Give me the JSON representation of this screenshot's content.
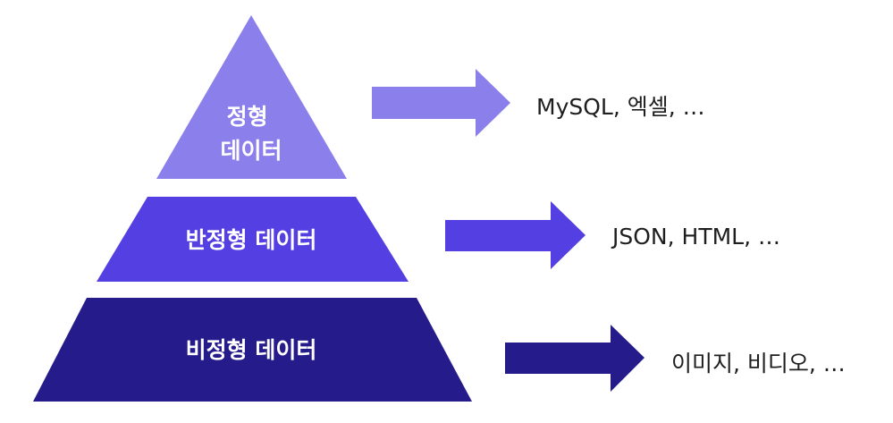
{
  "tiers": [
    {
      "label_lines": [
        "정형",
        "데이터"
      ],
      "examples": "MySQL, 엑셀, …",
      "color": "#8b7fec",
      "label_color": "#ffffff"
    },
    {
      "label_lines": [
        "반정형 데이터"
      ],
      "examples": "JSON, HTML, …",
      "color": "#5440e2",
      "label_color": "#ffffff"
    },
    {
      "label_lines": [
        "비정형 데이터"
      ],
      "examples": "이미지, 비디오, …",
      "color": "#261b8a",
      "label_color": "#ffffff"
    }
  ],
  "background": "#ffffff",
  "icons": [
    "arrow-right-icon",
    "arrow-right-icon",
    "arrow-right-icon"
  ]
}
